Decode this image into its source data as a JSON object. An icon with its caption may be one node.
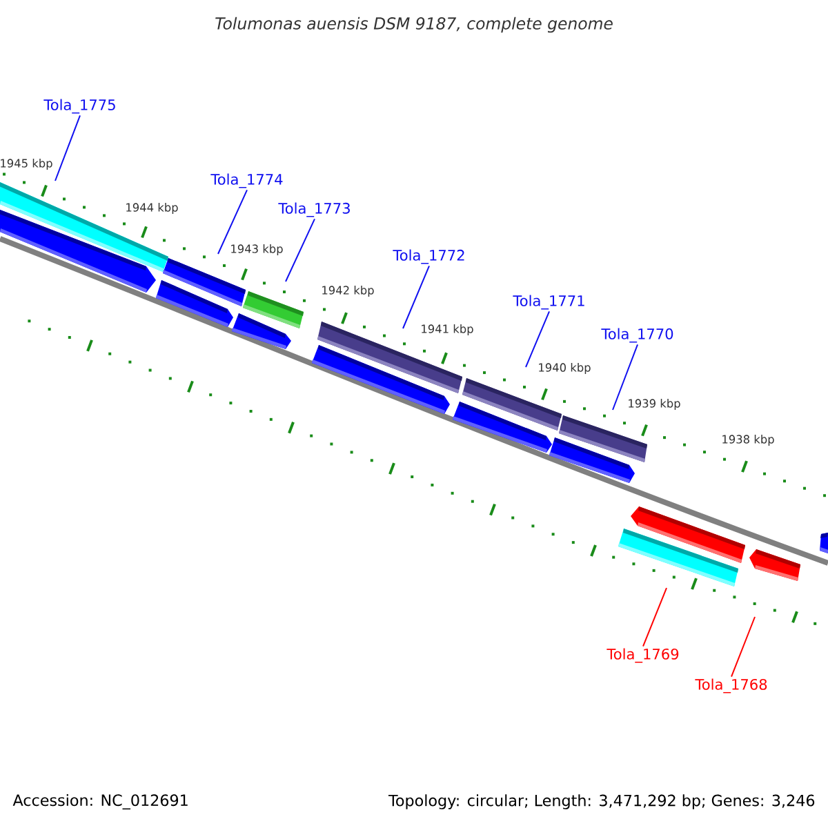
{
  "diagram": {
    "title": "Tolumonas auensis DSM 9187, complete genome",
    "nodes": [
      {
        "text": [
          "Tola_1775"
        ]
      },
      {
        "text": [
          "Tola_1774"
        ]
      },
      {
        "text": [
          "Tola_1773"
        ]
      },
      {
        "text": [
          "Tola_1772"
        ]
      },
      {
        "text": [
          "Tola_1771"
        ]
      },
      {
        "text": [
          "Tola_1770"
        ]
      },
      {
        "text": [
          "Tola_1769"
        ]
      },
      {
        "text": [
          "Tola_1768"
        ]
      }
    ],
    "edges": [
      {
        "from": 0,
        "to": null,
        "arrow": "none"
      },
      {
        "from": 1,
        "to": null,
        "arrow": "none"
      },
      {
        "from": 2,
        "to": null,
        "arrow": "none"
      },
      {
        "from": 3,
        "to": null,
        "arrow": "none"
      },
      {
        "from": 4,
        "to": null,
        "arrow": "none"
      },
      {
        "from": 5,
        "to": null,
        "arrow": "none"
      },
      {
        "from": 6,
        "to": null,
        "arrow": "none",
        "color": "#ff0000"
      },
      {
        "from": 7,
        "to": null,
        "arrow": "none",
        "color": "#ff0000"
      }
    ],
    "labels": [
      "1945 kbp",
      "1944 kbp",
      "1943 kbp",
      "1942 kbp",
      "1941 kbp",
      "1940 kbp",
      "1939 kbp",
      "1938 kbp",
      "Accession: NC_012691",
      "Topology: circular; Length: 3,471,292 bp; Genes: 3,246"
    ]
  }
}
